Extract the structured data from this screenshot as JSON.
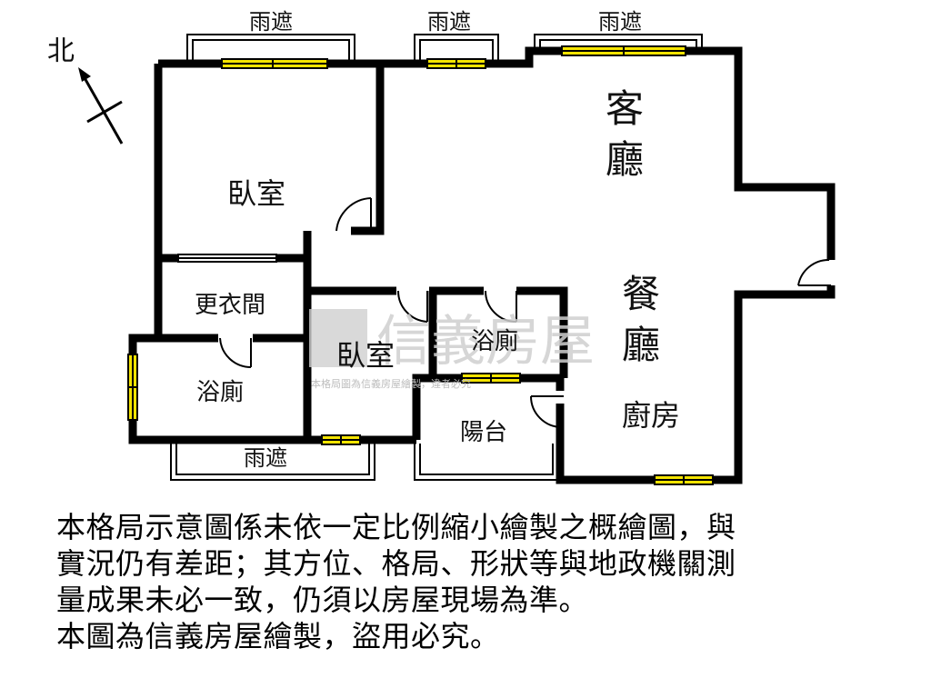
{
  "compass": {
    "north_label": "北"
  },
  "rooms": {
    "living": "客\n廳",
    "dining": "餐\n廳",
    "bedroom_main": "臥室",
    "bedroom_second": "臥室",
    "closet": "更衣間",
    "bath_left": "浴廁",
    "bath_center": "浴廁",
    "kitchen": "廚房",
    "balcony": "陽台"
  },
  "canopies": [
    "雨遮",
    "雨遮",
    "雨遮",
    "雨遮"
  ],
  "watermark": {
    "brand": "信義房屋",
    "notice": "本格局圖為信義房屋繪製，違者必究"
  },
  "disclaimer": [
    "本格局示意圖係未依一定比例縮小繪製之概繪圖，與",
    "實況仍有差距；其方位、格局、形狀等與地政機關測",
    "量成果未必一致，仍須以房屋現場為準。",
    "本圖為信義房屋繪製，盜用必究。"
  ],
  "colors": {
    "wall": "#000000",
    "window": "#f5e400",
    "watermark": "#cfcfcf"
  }
}
